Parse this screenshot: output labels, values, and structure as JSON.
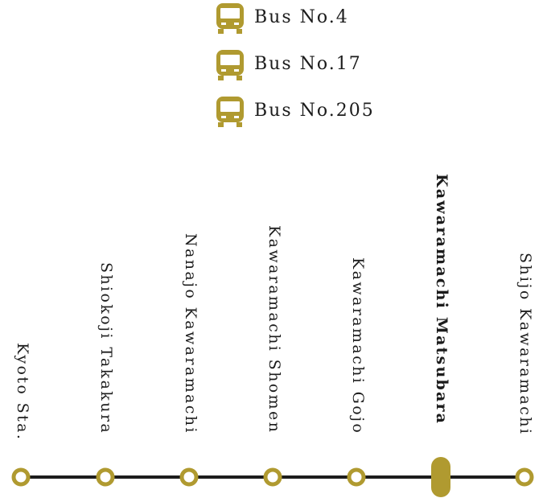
{
  "accent_color": "#b09a30",
  "line_color": "#1c1c1c",
  "legend": [
    {
      "icon": "bus-icon",
      "label": "Bus No.4"
    },
    {
      "icon": "bus-icon",
      "label": "Bus No.17"
    },
    {
      "icon": "bus-icon",
      "label": "Bus No.205"
    }
  ],
  "stops": [
    {
      "name": "Kyoto Sta.",
      "current": false
    },
    {
      "name": "Shiokoji Takakura",
      "current": false
    },
    {
      "name": "Nanajo Kawaramachi",
      "current": false
    },
    {
      "name": "Kawaramachi Shomen",
      "current": false
    },
    {
      "name": "Kawaramachi Gojo",
      "current": false
    },
    {
      "name": "Kawaramachi Matsubara",
      "current": true
    },
    {
      "name": "Shijo Kawaramachi",
      "current": false
    }
  ]
}
